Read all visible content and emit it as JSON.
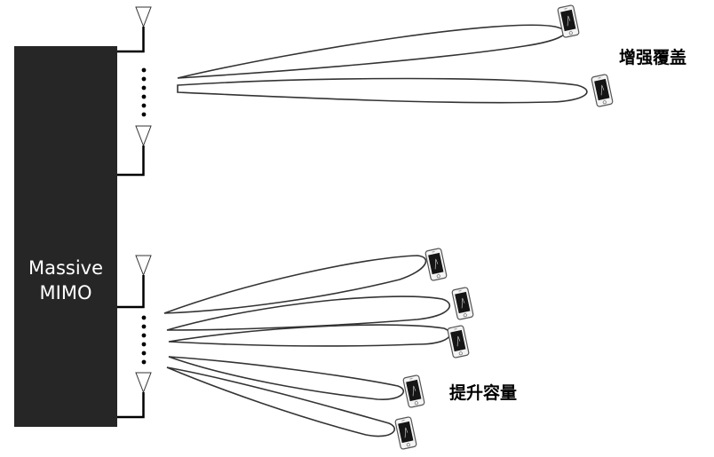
{
  "base_station": {
    "label_line1": "Massive",
    "label_line2": "MIMO"
  },
  "regions": [
    {
      "label": "增强覆盖",
      "beam_count": 2,
      "device_count": 2
    },
    {
      "label": "提升容量",
      "beam_count": 5,
      "device_count": 5
    }
  ],
  "icons": {
    "antenna": "antenna-icon",
    "device": "smartphone-icon",
    "ellipsis": "vertical-dots-icon"
  },
  "colors": {
    "base_station": "#262626",
    "line": "#000000",
    "beam_stroke": "#333333",
    "background": "#ffffff"
  }
}
